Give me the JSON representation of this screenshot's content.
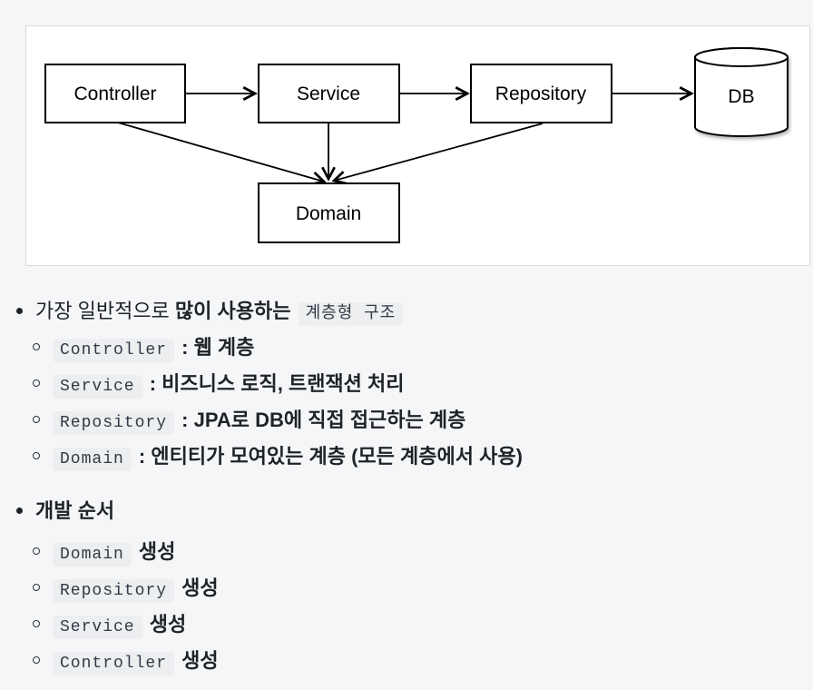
{
  "figure": {
    "alt": "layered-architecture-diagram",
    "nodes": [
      {
        "id": "controller",
        "label": "Controller",
        "shape": "box"
      },
      {
        "id": "service",
        "label": "Service",
        "shape": "box"
      },
      {
        "id": "repository",
        "label": "Repository",
        "shape": "box"
      },
      {
        "id": "db",
        "label": "DB",
        "shape": "cylinder"
      },
      {
        "id": "domain",
        "label": "Domain",
        "shape": "box"
      }
    ],
    "edges": [
      {
        "from": "controller",
        "to": "service"
      },
      {
        "from": "service",
        "to": "repository"
      },
      {
        "from": "repository",
        "to": "db"
      },
      {
        "from": "controller",
        "to": "domain"
      },
      {
        "from": "service",
        "to": "domain"
      },
      {
        "from": "repository",
        "to": "domain"
      }
    ]
  },
  "content": {
    "lists": [
      {
        "title_segments": [
          {
            "style": "normal",
            "text": "가장 일반적으로 "
          },
          {
            "style": "bold",
            "text": "많이 사용하는"
          },
          {
            "style": "normal",
            "text": " "
          },
          {
            "style": "code",
            "text": "계층형 구조"
          }
        ],
        "items": [
          {
            "segments": [
              {
                "style": "code",
                "text": "Controller"
              },
              {
                "style": "bold",
                "text": " : 웹 계층"
              }
            ]
          },
          {
            "segments": [
              {
                "style": "code",
                "text": "Service"
              },
              {
                "style": "bold",
                "text": " : 비즈니스 로직, 트랜잭션 처리"
              }
            ]
          },
          {
            "segments": [
              {
                "style": "code",
                "text": "Repository"
              },
              {
                "style": "bold",
                "text": " : JPA로 DB에 직접 접근하는 계층"
              }
            ]
          },
          {
            "segments": [
              {
                "style": "code",
                "text": "Domain"
              },
              {
                "style": "bold",
                "text": " : 엔티티가 모여있는 계층 (모든 계층에서 사용)"
              }
            ]
          }
        ]
      },
      {
        "title_segments": [
          {
            "style": "bold",
            "text": "개발 순서"
          }
        ],
        "items": [
          {
            "segments": [
              {
                "style": "code",
                "text": "Domain"
              },
              {
                "style": "bold",
                "text": " 생성"
              }
            ]
          },
          {
            "segments": [
              {
                "style": "code",
                "text": "Repository"
              },
              {
                "style": "bold",
                "text": " 생성"
              }
            ]
          },
          {
            "segments": [
              {
                "style": "code",
                "text": "Service"
              },
              {
                "style": "bold",
                "text": " 생성"
              }
            ]
          },
          {
            "segments": [
              {
                "style": "code",
                "text": "Controller"
              },
              {
                "style": "bold",
                "text": " 생성"
              }
            ]
          }
        ]
      }
    ]
  },
  "colors": {
    "page_bg": "#f5f6f7",
    "figure_bg": "#ffffff",
    "figure_border": "#d9dbdf",
    "code_bg": "#eceef0",
    "code_text": "#333a45",
    "text": "#1f2328",
    "diagram_stroke": "#000000"
  }
}
